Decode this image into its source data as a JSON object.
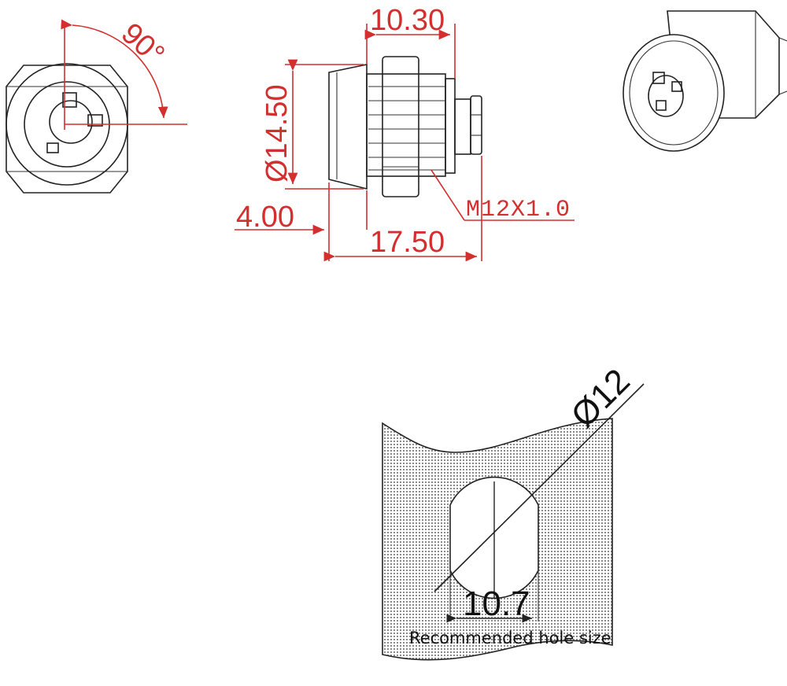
{
  "front_view": {
    "angle_label": "90°"
  },
  "side_view": {
    "top_dim": "10.30",
    "diameter_dim": "Ø14.50",
    "flange_dim": "4.00",
    "thread_label": "M12X1.0",
    "length_dim": "17.50"
  },
  "hole_view": {
    "diameter_label": "Ø12",
    "width_label": "10.7",
    "caption": "Recommended hole size"
  },
  "colors": {
    "dimension": "#d32f2f",
    "outline": "#222222",
    "background": "#ffffff"
  }
}
